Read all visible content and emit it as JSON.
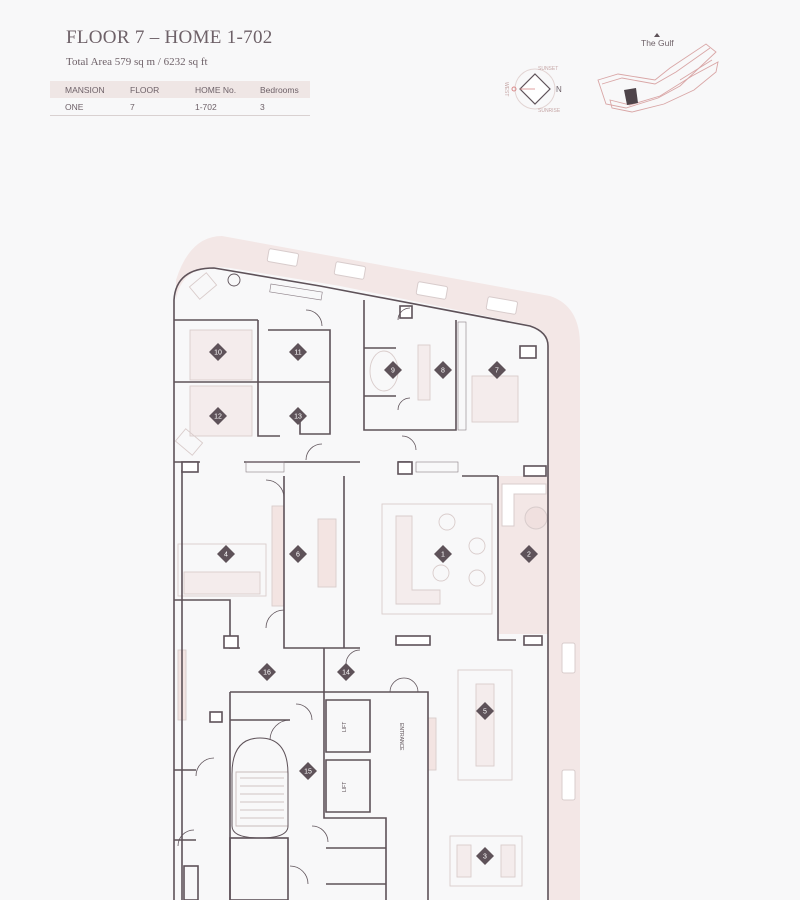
{
  "header": {
    "title": "FLOOR 7 – HOME 1-702",
    "subtitle": "Total Area 579 sq m / 6232 sq ft"
  },
  "info_table": {
    "columns": [
      "MANSION",
      "FLOOR",
      "HOME No.",
      "Bedrooms"
    ],
    "values": [
      "ONE",
      "7",
      "1-702",
      "3"
    ]
  },
  "key_plan": {
    "label": "The Gulf"
  },
  "compass": {
    "north": "N",
    "sunset": "SUNSET",
    "sunrise": "SUNRISE",
    "west": "WEST"
  },
  "rooms": [
    "1",
    "2",
    "3",
    "4",
    "5",
    "6",
    "7",
    "8",
    "9",
    "10",
    "11",
    "12",
    "13",
    "14",
    "15",
    "16"
  ],
  "plan_labels": {
    "entrance": "ENTRANCE",
    "lift": "LIFT"
  },
  "colors": {
    "wall": "#5e5259",
    "terrace": "#f3e7e6",
    "marker": "#5e5259",
    "accent": "#e9dcdb"
  }
}
